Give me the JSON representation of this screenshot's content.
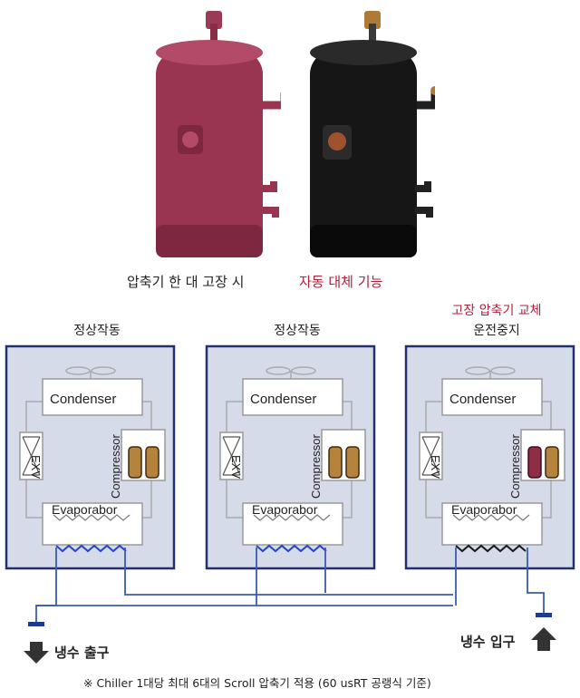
{
  "top_captions": {
    "left": "압축기 한 대 고장 시",
    "right": "자동 대체 기능"
  },
  "units": [
    {
      "header_red": "",
      "header": "정상작동"
    },
    {
      "header_red": "",
      "header": "정상작동"
    },
    {
      "header_red": "고장 압축기 교체",
      "header": "운전중지"
    }
  ],
  "labels": {
    "condenser": "Condenser",
    "evaporator": "Evaporabor",
    "exv": "EXV",
    "compressor": "Compressor"
  },
  "legend": {
    "outlet": "냉수 출구",
    "inlet": "냉수 입구"
  },
  "footnote": "※ Chiller 1대당 최대 6대의 Scroll 압축기 적용 (60 usRT 공랭식 기준)",
  "colors": {
    "unit_fill": "#d6dbea",
    "unit_border": "#22306e",
    "water_line": "#3b5bb0",
    "coil_active": "#2546c6",
    "coil_stopped": "#1a1a1a",
    "faulty_compressor": "#8e2d45",
    "red_text": "#b0203a"
  }
}
